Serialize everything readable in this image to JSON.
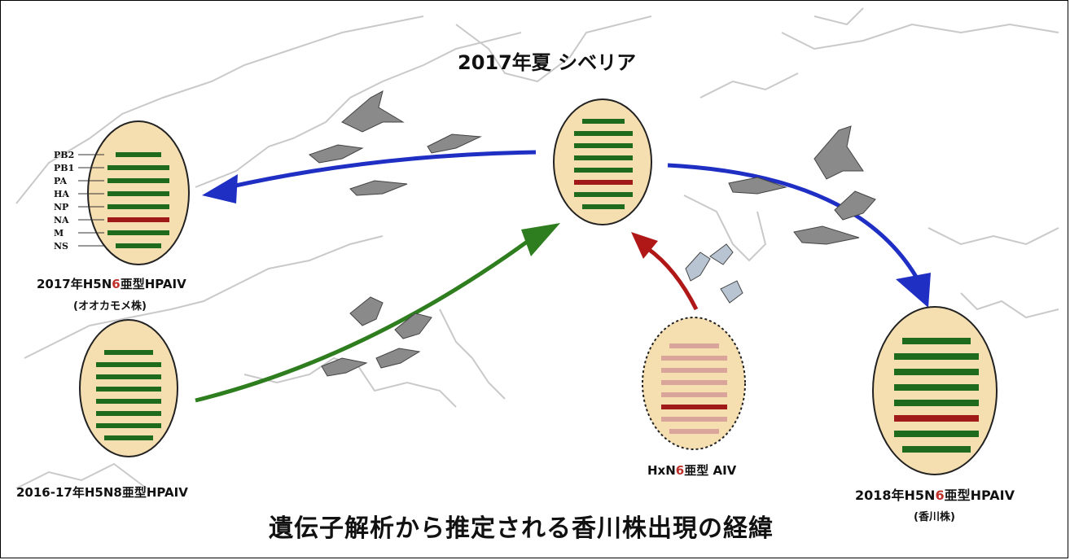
{
  "title": "2017年夏 シベリア",
  "caption": "遺伝子解析から推定される香川株出現の経緯",
  "segment_labels": [
    "PB2",
    "PB1",
    "PA",
    "HA",
    "NP",
    "NA",
    "M",
    "NS"
  ],
  "strains": {
    "gull": {
      "line1_pre": "2017年H5N",
      "line1_hl": "6",
      "line1_post": "亜型HPAIV",
      "line2": "(オオカモメ株)"
    },
    "h5n8": {
      "line1": "2016-17年H5N8亜型HPAIV"
    },
    "hxn6": {
      "line1_pre": "HxN",
      "line1_hl": "6",
      "line1_post": "亜型 AIV"
    },
    "kagawa": {
      "line1_pre": "2018年H5N",
      "line1_hl": "6",
      "line1_post": "亜型HPAIV",
      "line2": "(香川株)"
    }
  },
  "colors": {
    "ellipse_fill": "#f5deb0",
    "gene_green": "#1e6b1e",
    "gene_red": "#a01a1a",
    "gene_pink": "#d9a59a",
    "arrow_blue": "#1f2fc4",
    "arrow_green": "#2e7d1e",
    "arrow_red": "#b01818",
    "highlight": "#c0312b",
    "bird_gray": "#8a8a8a"
  }
}
